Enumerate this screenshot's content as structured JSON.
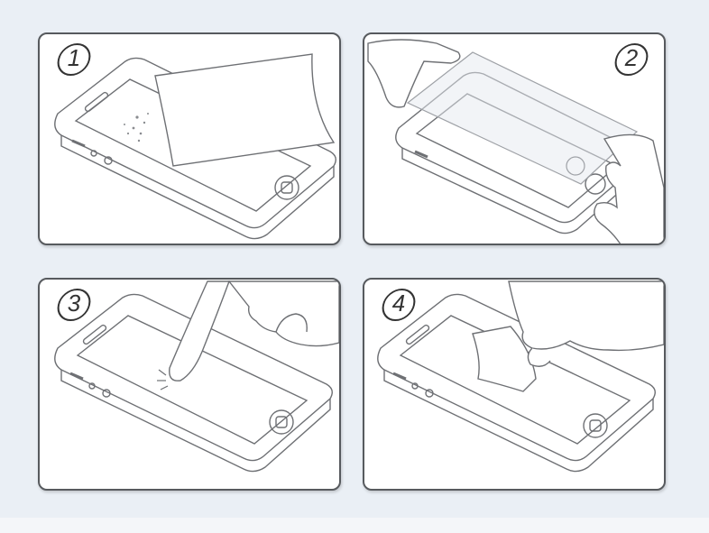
{
  "steps": [
    {
      "number": "1",
      "action": "wipe-screen"
    },
    {
      "number": "2",
      "action": "align-protector"
    },
    {
      "number": "3",
      "action": "press-center"
    },
    {
      "number": "4",
      "action": "remove-bubbles"
    }
  ],
  "colors": {
    "background": "#eaeff5",
    "panel": "#ffffff",
    "border": "#575a5e",
    "line": "#6e7074"
  }
}
